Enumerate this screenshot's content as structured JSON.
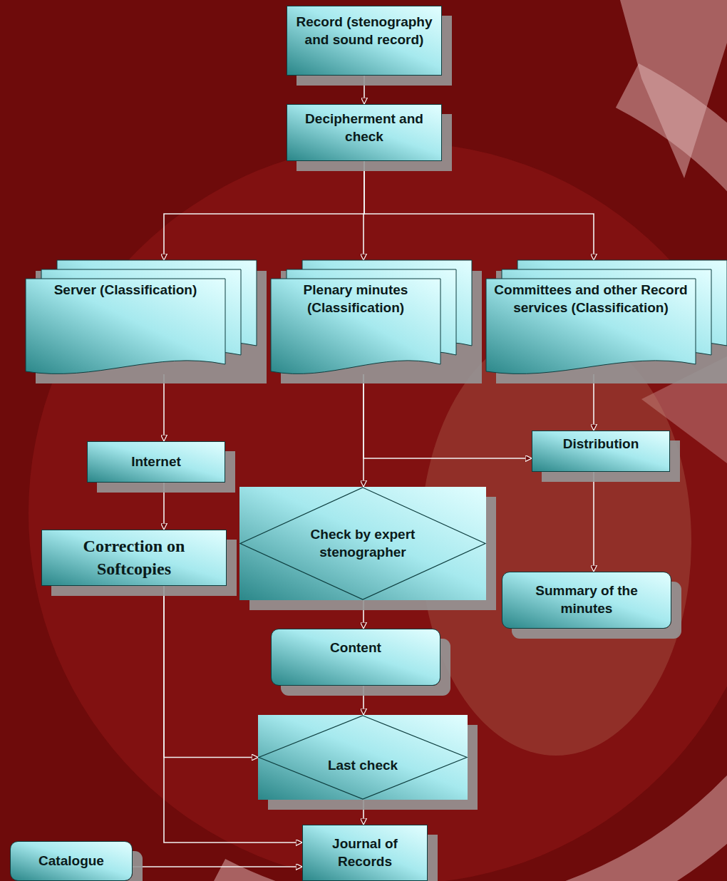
{
  "diagram": {
    "nodes": [
      {
        "text": [
          "Record (stenography and sound record)"
        ]
      },
      {
        "text": [
          "Decipherment and check"
        ]
      },
      {
        "text": [
          "Server (Classification)"
        ]
      },
      {
        "text": [
          "Plenary minutes (Classification)"
        ]
      },
      {
        "text": [
          "Committees and other Record services (Classification)"
        ]
      },
      {
        "text": [
          "Internet"
        ]
      },
      {
        "text": [
          "Distribution"
        ]
      },
      {
        "text": [
          "Correction on Softcopies"
        ]
      },
      {
        "text": [
          "Check by expert stenographer"
        ]
      },
      {
        "text": [
          "Summary of the minutes"
        ]
      },
      {
        "text": [
          "Content"
        ]
      },
      {
        "text": [
          "Last check"
        ]
      },
      {
        "text": [
          "Catalogue"
        ]
      },
      {
        "text": [
          "Journal of Records"
        ]
      }
    ],
    "edges": [
      {
        "from": 0,
        "to": 1,
        "arrow": "to"
      },
      {
        "from": 1,
        "to": 2,
        "arrow": "to"
      },
      {
        "from": 1,
        "to": 3,
        "arrow": "to"
      },
      {
        "from": 1,
        "to": 4,
        "arrow": "to"
      },
      {
        "from": 2,
        "to": 5,
        "arrow": "to"
      },
      {
        "from": 5,
        "to": 7,
        "arrow": "to"
      },
      {
        "from": 3,
        "to": 8,
        "arrow": "to"
      },
      {
        "from": 3,
        "to": 6,
        "arrow": "to"
      },
      {
        "from": 4,
        "to": 6,
        "arrow": "to"
      },
      {
        "from": 6,
        "to": 9,
        "arrow": "to"
      },
      {
        "from": 8,
        "to": 10,
        "arrow": "to"
      },
      {
        "from": 10,
        "to": 11,
        "arrow": "to"
      },
      {
        "from": 7,
        "to": 11,
        "arrow": "to"
      },
      {
        "from": 7,
        "to": 13,
        "arrow": "to"
      },
      {
        "from": 11,
        "to": 13,
        "arrow": "to"
      },
      {
        "from": 12,
        "to": 13,
        "arrow": "to"
      }
    ]
  }
}
